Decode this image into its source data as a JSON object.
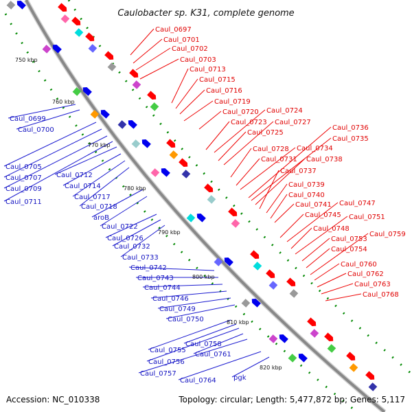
{
  "title": "Caulobacter sp. K31, complete genome",
  "footer": {
    "accession": "Accession: NC_010338",
    "summary": "Topology: circular; Length: 5,477,872 bp; Genes: 5,117"
  },
  "colors": {
    "forward": "#ff0000",
    "reverse": "#0000ee",
    "backbone": "#888888",
    "tick": "#008800",
    "leader_red": "#ee0000",
    "leader_blue": "#1a1ad0"
  },
  "kbp_labels": [
    "750 kbp",
    "760 kbp",
    "770 kbp",
    "780 kbp",
    "790 kbp",
    "800 kbp",
    "810 kbp",
    "820 kbp"
  ],
  "forward_genes": [
    "Caul_0697",
    "Caul_0701",
    "Caul_0702",
    "Caul_0703",
    "Caul_0713",
    "Caul_0715",
    "Caul_0716",
    "Caul_0719",
    "Caul_0720",
    "Caul_0723",
    "Caul_0724",
    "Caul_0725",
    "Caul_0727",
    "Caul_0728",
    "Caul_0731",
    "Caul_0734",
    "Caul_0736",
    "Caul_0735",
    "Caul_0738",
    "Caul_0737",
    "Caul_0739",
    "Caul_0740",
    "Caul_0741",
    "Caul_0745",
    "Caul_0747",
    "Caul_0748",
    "Caul_0751",
    "Caul_0753",
    "Caul_0754",
    "Caul_0759",
    "Caul_0760",
    "Caul_0762",
    "Caul_0763",
    "Caul_0768"
  ],
  "reverse_genes": [
    "Caul_0699",
    "Caul_0700",
    "Caul_0705",
    "Caul_0707",
    "Caul_0709",
    "Caul_0711",
    "Caul_0712",
    "Caul_0714",
    "Caul_0717",
    "Caul_0718",
    "aroB",
    "Caul_0722",
    "Caul_0726",
    "Caul_0732",
    "Caul_0733",
    "Caul_0742",
    "Caul_0743",
    "Caul_0744",
    "Caul_0746",
    "Caul_0749",
    "Caul_0750",
    "Caul_0755",
    "Caul_0758",
    "Caul_0756",
    "Caul_0761",
    "Caul_0757",
    "Caul_0764",
    "pgk"
  ]
}
